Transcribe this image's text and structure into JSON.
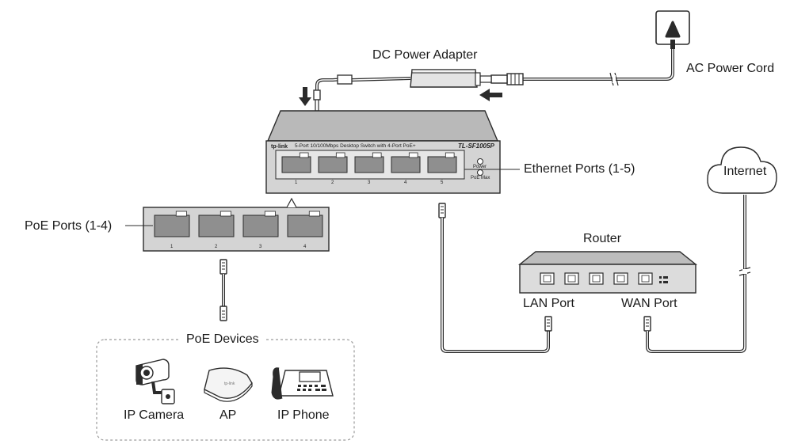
{
  "labels": {
    "dc_power_adapter": "DC Power Adapter",
    "ac_power_cord": "AC Power Cord",
    "ethernet_ports": "Ethernet Ports (1-5)",
    "poe_ports": "PoE Ports (1-4)",
    "router": "Router",
    "lan_port": "LAN Port",
    "wan_port": "WAN Port",
    "internet": "Internet",
    "poe_devices": "PoE Devices",
    "ip_camera": "IP Camera",
    "ap": "AP",
    "ip_phone": "IP Phone"
  },
  "switch": {
    "brand": "tp-link",
    "description": "5-Port 10/100Mbps Desktop Switch with 4-Port PoE+",
    "model": "TL-SF1005P",
    "led_power": "Power",
    "led_poe_max": "PoE Max",
    "port_numbers": [
      "1",
      "2",
      "3",
      "4",
      "5"
    ]
  },
  "poe_panel": {
    "port_numbers": [
      "1",
      "2",
      "3",
      "4"
    ]
  },
  "colors": {
    "line": "#2b2b2b",
    "switch_body": "#d2d2d2",
    "switch_top": "#b9b9b9",
    "port": "#8f8f8f",
    "dashed_box": "#9a9a9a"
  }
}
